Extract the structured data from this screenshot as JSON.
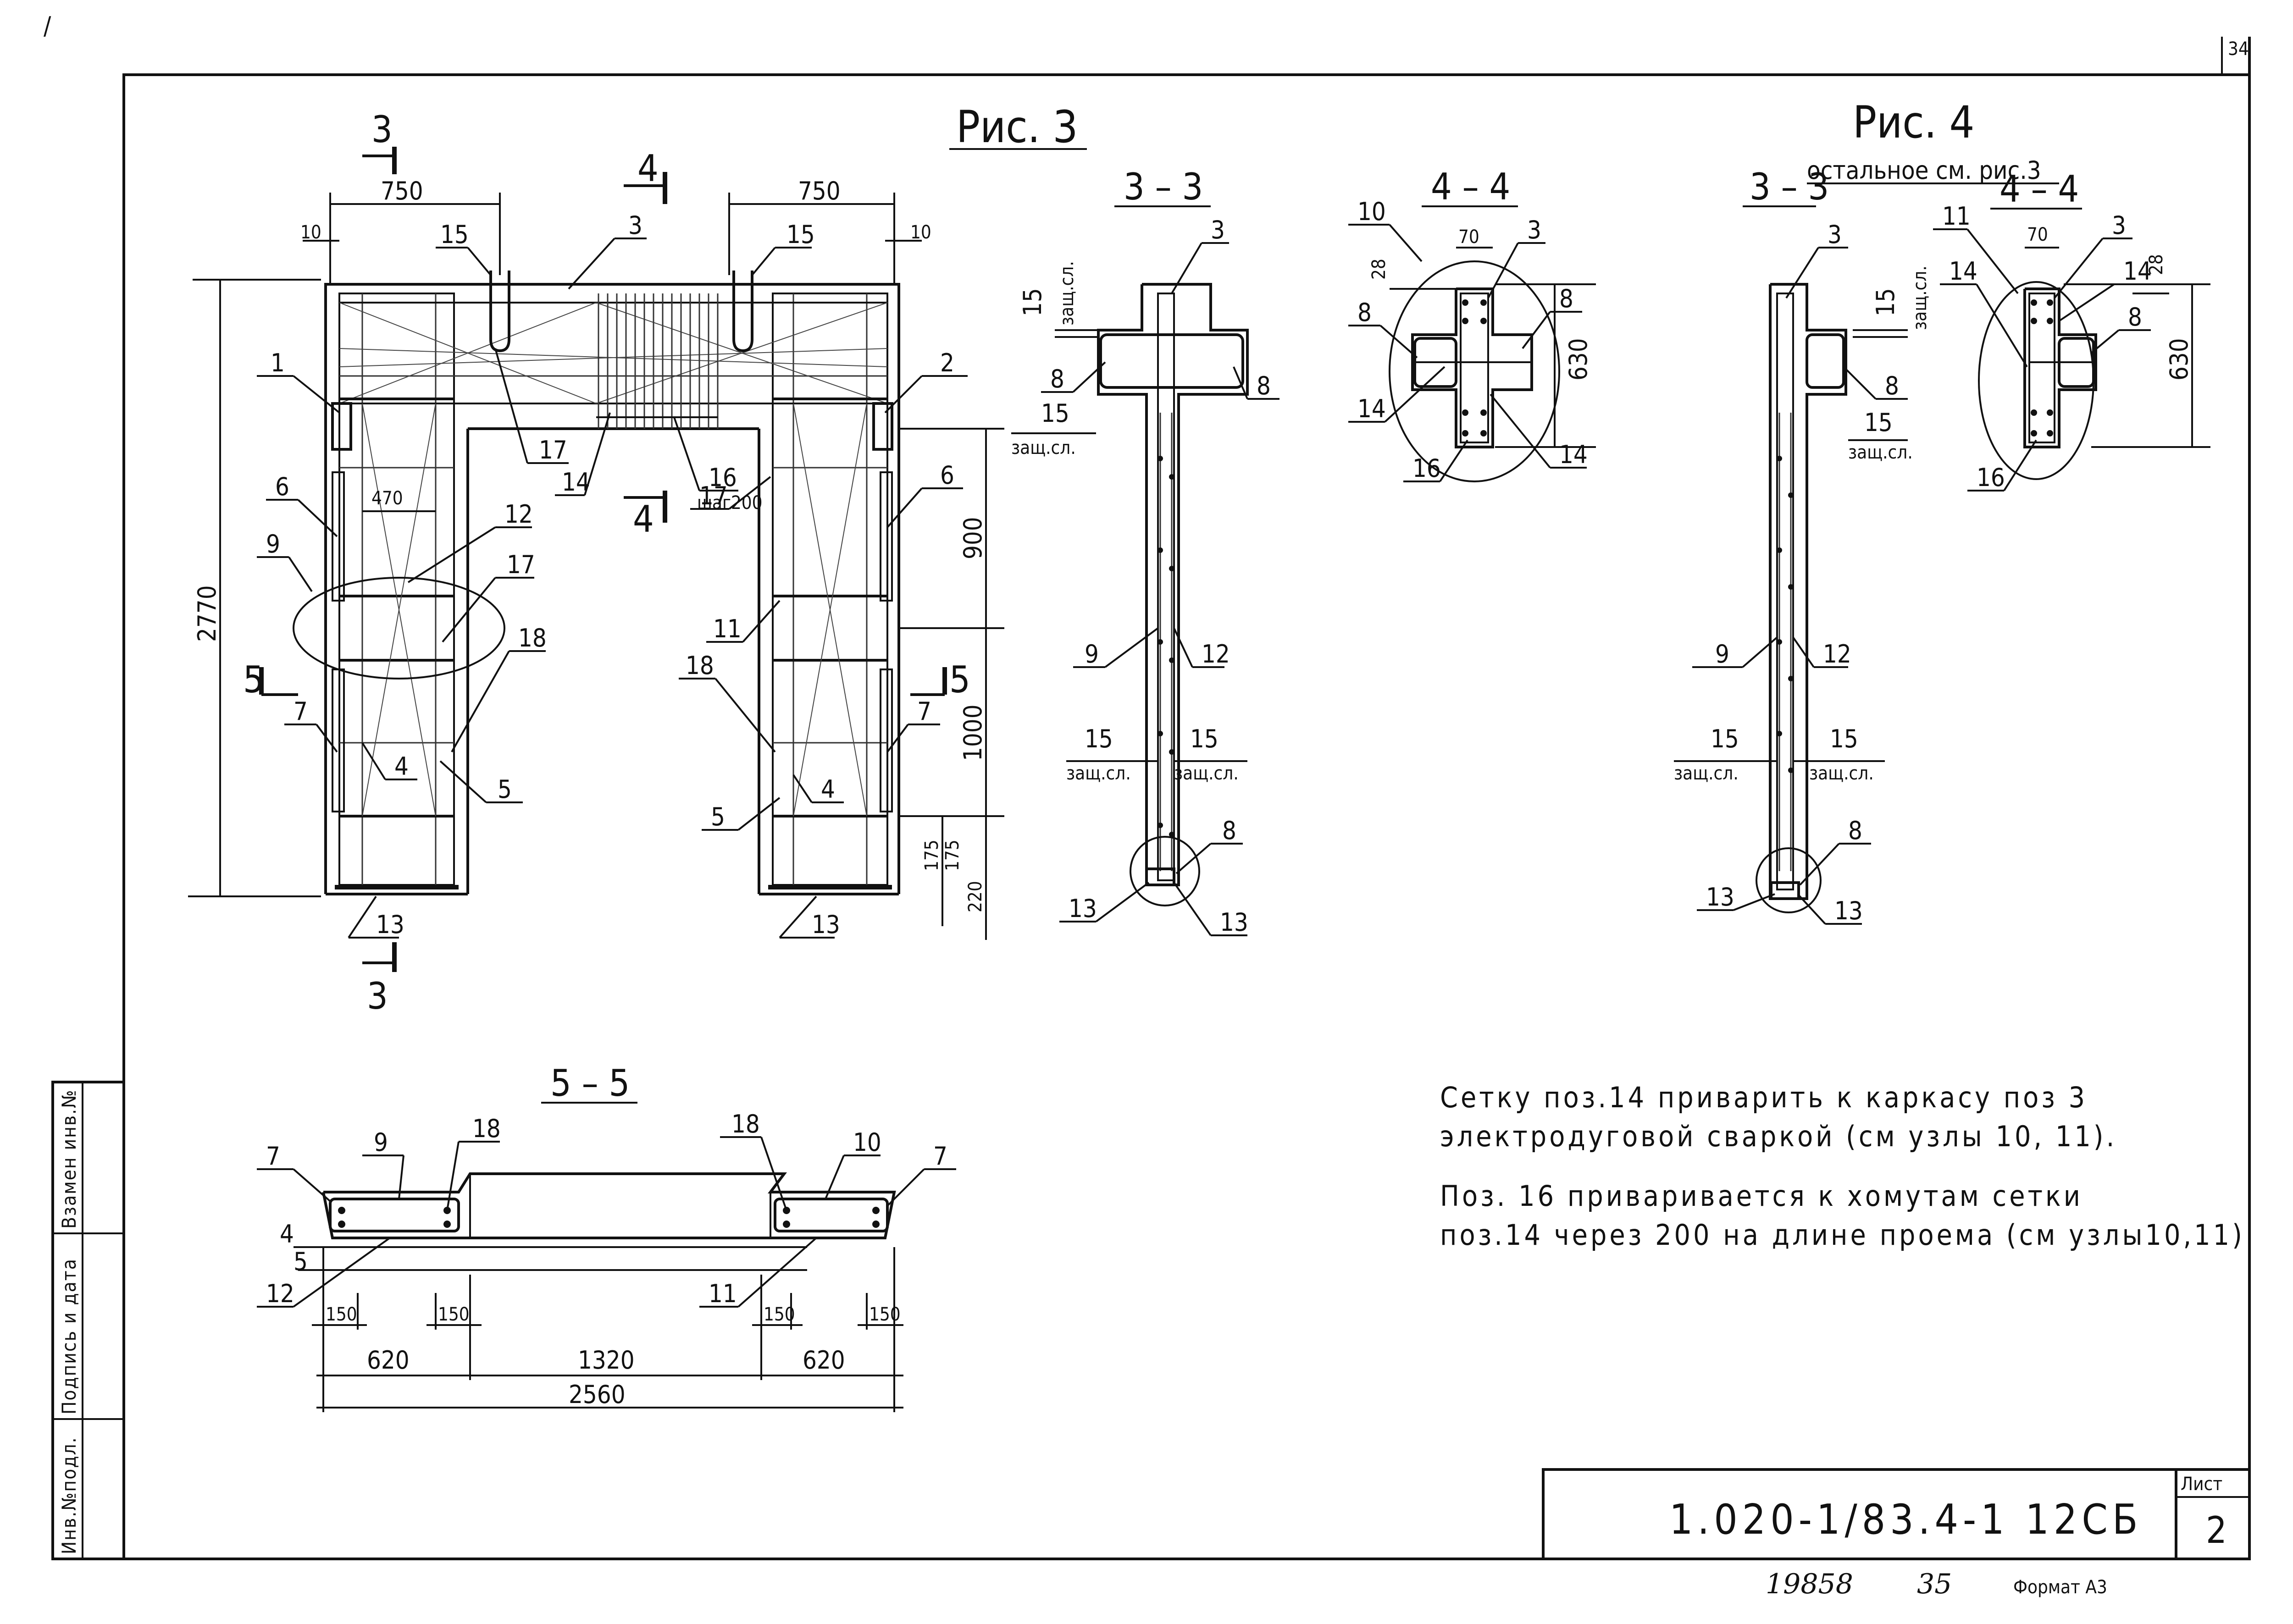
{
  "corner": {
    "tick": "/",
    "page_number": "34"
  },
  "fig3": {
    "title": "Рис. 3"
  },
  "fig4": {
    "title": "Рис. 4",
    "subtitle": "остальное см. рис.3"
  },
  "sections": {
    "s33": "3 – 3",
    "s44": "4 – 4",
    "s55": "5 – 5",
    "f4_s33": "3 – 3",
    "f4_s44": "4 – 4"
  },
  "section_marks": {
    "three": "3",
    "four": "4",
    "five": "5"
  },
  "fig3_dims": {
    "w750a": "750",
    "w750b": "750",
    "e10a": "10",
    "e10b": "10",
    "h2770": "2770",
    "w470": "470",
    "h900": "900",
    "h1000": "1000",
    "h175a": "175",
    "h175b": "175",
    "h220": "220"
  },
  "fig3_marks": {
    "p1": "1",
    "p2": "2",
    "p3": "3",
    "p4a": "4",
    "p4b": "4",
    "p5a": "5",
    "p5b": "5",
    "p6a": "6",
    "p6b": "6",
    "p7a": "7",
    "p7b": "7",
    "p9": "9",
    "p11": "11",
    "p12": "12",
    "p13a": "13",
    "p13b": "13",
    "p14": "14",
    "p15a": "15",
    "p15b": "15",
    "p16": "16",
    "step": "шаг200",
    "p17a": "17",
    "p17b": "17",
    "p17c": "17",
    "p18a": "18",
    "p18b": "18"
  },
  "s33_marks": {
    "p3": "3",
    "p8a": "8",
    "p8b": "8",
    "p9": "9",
    "p12": "12",
    "p13a": "13",
    "p13b": "13",
    "c15": "15",
    "cov": "защ.сл.",
    "c15b": "15",
    "covb": "защ.сл.",
    "c15c": "15",
    "covc": "защ.сл.",
    "c15d": "15",
    "covd": "защ.сл."
  },
  "s44_marks": {
    "p10": "10",
    "w70": "70",
    "p3": "3",
    "d28": "28",
    "p8a": "8",
    "p8b": "8",
    "h630": "630",
    "p14a": "14",
    "p14b": "14",
    "p16": "16"
  },
  "f4_s33_marks": {
    "p3": "3",
    "c15": "15",
    "cov": "защ.сл.",
    "p8a": "8",
    "c15b": "15",
    "covb": "защ.сл.",
    "p9": "9",
    "p12": "12",
    "c15c": "15",
    "covc": "защ.сл.",
    "c15d": "15",
    "covd": "защ.сл.",
    "p8b": "8",
    "p13a": "13",
    "p13b": "13"
  },
  "f4_s44_marks": {
    "p11": "11",
    "w70": "70",
    "p3": "3",
    "p14a": "14",
    "p14b": "14",
    "d28": "28",
    "p8": "8",
    "h630": "630",
    "p16": "16"
  },
  "s55": {
    "p7a": "7",
    "p9": "9",
    "p18a": "18",
    "p18b": "18",
    "p10": "10",
    "p7b": "7",
    "p4": "4",
    "p5": "5",
    "p12": "12",
    "p11": "11",
    "d150a": "150",
    "d150b": "150",
    "d150c": "150",
    "d150d": "150",
    "d620a": "620",
    "d1320": "1320",
    "d620b": "620",
    "d2560": "2560"
  },
  "notes": {
    "line1": "Сетку поз.14 приварить к каркасу поз 3",
    "line2": "электродуговой сваркой (см узлы 10, 11).",
    "line3": "Поз. 16 приваривается к хомутам сетки",
    "line4": "поз.14 через 200 на длине проема (см узлы10,11)"
  },
  "side_stamp": {
    "inv": "Инв.№подл.",
    "sign": "Подпись и дата",
    "repl": "Взамен инв.№"
  },
  "title_block": {
    "code": "1.020-1/83.4-1 12СБ",
    "sheet_label": "Лист",
    "sheet_number": "2"
  },
  "footer": {
    "archive": "19858",
    "archive2": "35",
    "format": "Формат А3"
  }
}
